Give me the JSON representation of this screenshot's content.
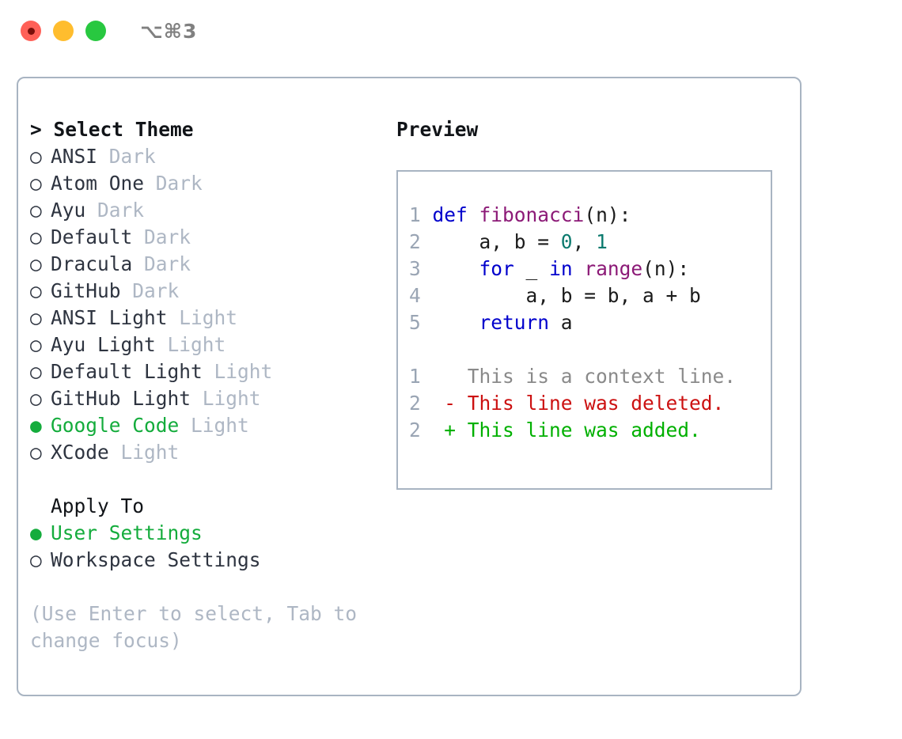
{
  "window": {
    "traffic_lights": [
      "close",
      "minimize",
      "zoom"
    ],
    "shortcut": "⌥⌘3",
    "colors": {
      "red": "#ff6057",
      "yellow": "#ffbd2e",
      "green": "#28c840",
      "border": "#a8b4c2",
      "accent_green": "#14ac3c",
      "muted": "#aeb7c4"
    }
  },
  "theme_picker": {
    "header": "> Select Theme",
    "items": [
      {
        "marker": "○",
        "name": "ANSI",
        "kind": "Dark",
        "selected": false
      },
      {
        "marker": "○",
        "name": "Atom One",
        "kind": "Dark",
        "selected": false
      },
      {
        "marker": "○",
        "name": "Ayu",
        "kind": "Dark",
        "selected": false
      },
      {
        "marker": "○",
        "name": "Default",
        "kind": "Dark",
        "selected": false
      },
      {
        "marker": "○",
        "name": "Dracula",
        "kind": "Dark",
        "selected": false
      },
      {
        "marker": "○",
        "name": "GitHub",
        "kind": "Dark",
        "selected": false
      },
      {
        "marker": "○",
        "name": "ANSI Light",
        "kind": "Light",
        "selected": false
      },
      {
        "marker": "○",
        "name": "Ayu Light",
        "kind": "Light",
        "selected": false
      },
      {
        "marker": "○",
        "name": "Default Light",
        "kind": "Light",
        "selected": false
      },
      {
        "marker": "○",
        "name": "GitHub Light",
        "kind": "Light",
        "selected": false
      },
      {
        "marker": "●",
        "name": "Google Code",
        "kind": "Light",
        "selected": true
      },
      {
        "marker": "○",
        "name": "XCode",
        "kind": "Light",
        "selected": false
      }
    ]
  },
  "apply_to": {
    "label": "Apply To",
    "options": [
      {
        "marker": "●",
        "name": "User Settings",
        "selected": true
      },
      {
        "marker": "○",
        "name": "Workspace Settings",
        "selected": false
      }
    ]
  },
  "hint": "(Use Enter to select, Tab to change focus)",
  "preview": {
    "header": "Preview",
    "code_lines": [
      {
        "num": "1",
        "indent": "",
        "tokens": [
          {
            "t": "def ",
            "c": "kw"
          },
          {
            "t": "fibonacci",
            "c": "fn"
          },
          {
            "t": "(n):",
            "c": "punc"
          }
        ]
      },
      {
        "num": "2",
        "indent": "    ",
        "tokens": [
          {
            "t": "a, b = ",
            "c": "plain"
          },
          {
            "t": "0",
            "c": "num"
          },
          {
            "t": ", ",
            "c": "plain"
          },
          {
            "t": "1",
            "c": "num"
          }
        ]
      },
      {
        "num": "3",
        "indent": "    ",
        "tokens": [
          {
            "t": "for ",
            "c": "kw"
          },
          {
            "t": "_ ",
            "c": "plain"
          },
          {
            "t": "in ",
            "c": "kw"
          },
          {
            "t": "range",
            "c": "fn"
          },
          {
            "t": "(n):",
            "c": "punc"
          }
        ]
      },
      {
        "num": "4",
        "indent": "        ",
        "tokens": [
          {
            "t": "a, b = b, a + b",
            "c": "plain"
          }
        ]
      },
      {
        "num": "5",
        "indent": "    ",
        "tokens": [
          {
            "t": "return ",
            "c": "kw"
          },
          {
            "t": "a",
            "c": "plain"
          }
        ]
      }
    ],
    "diff_lines": [
      {
        "num": "1",
        "sign": " ",
        "text": "This is a context line.",
        "kind": "ctx"
      },
      {
        "num": "2",
        "sign": "-",
        "text": "This line was deleted.",
        "kind": "del"
      },
      {
        "num": "2",
        "sign": "+",
        "text": "This line was added.",
        "kind": "add"
      }
    ],
    "syntax_colors": {
      "keyword": "#0000cc",
      "function": "#8c1a77",
      "number": "#0b7a6e",
      "plain": "#1b1b1b",
      "line_number": "#9aa5b4",
      "diff_context": "#8a8a8a",
      "diff_deleted": "#cc1111",
      "diff_added": "#00b000"
    }
  }
}
